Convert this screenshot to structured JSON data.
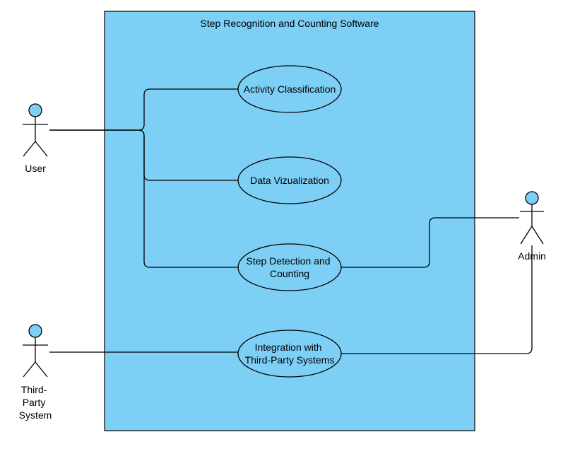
{
  "system": {
    "title": "Step Recognition and Counting Software",
    "fill_color": "#7dcff5",
    "stroke_color": "#000000"
  },
  "actors": {
    "user": {
      "label": "User"
    },
    "admin": {
      "label": "Admin"
    },
    "third_party": {
      "label_lines": [
        "Third-",
        "Party",
        "System"
      ]
    },
    "head_color": "#7dcff5"
  },
  "use_cases": {
    "activity_classification": {
      "label_lines": [
        "Activity Classification"
      ]
    },
    "data_visualization": {
      "label_lines": [
        "Data Vizualization"
      ]
    },
    "step_detection": {
      "label_lines": [
        "Step Detection and",
        "Counting"
      ]
    },
    "integration": {
      "label_lines": [
        "Integration with",
        "Third-Party Systems"
      ]
    }
  }
}
